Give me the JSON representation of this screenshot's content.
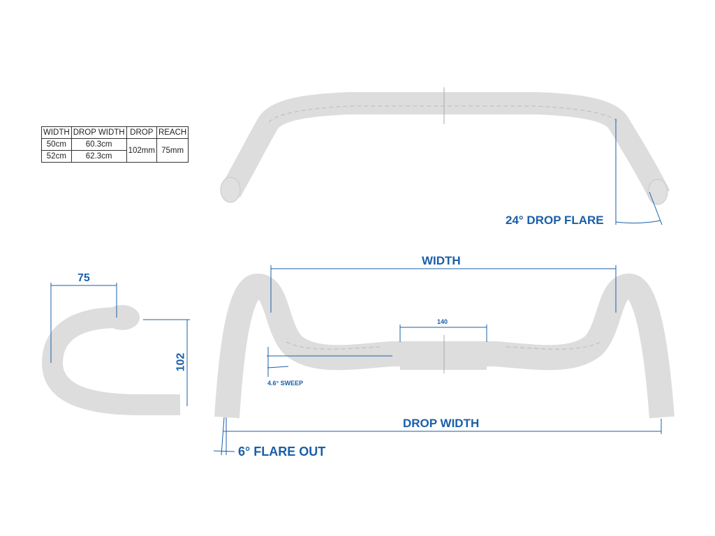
{
  "spec_table": {
    "headers": [
      "WIDTH",
      "DROP WIDTH",
      "DROP",
      "REACH"
    ],
    "rows": [
      {
        "width": "50cm",
        "drop_width": "60.3cm"
      },
      {
        "width": "52cm",
        "drop_width": "62.3cm"
      }
    ],
    "drop": "102mm",
    "reach": "75mm"
  },
  "labels": {
    "drop_flare": "24° DROP FLARE",
    "width": "WIDTH",
    "center_width": "140",
    "sweep": "4.6° SWEEP",
    "drop_width": "DROP WIDTH",
    "flare_out": "6° FLARE OUT",
    "reach": "75",
    "drop": "102"
  },
  "colors": {
    "accent": "#1a5fa8",
    "bar": "#dddddd"
  }
}
